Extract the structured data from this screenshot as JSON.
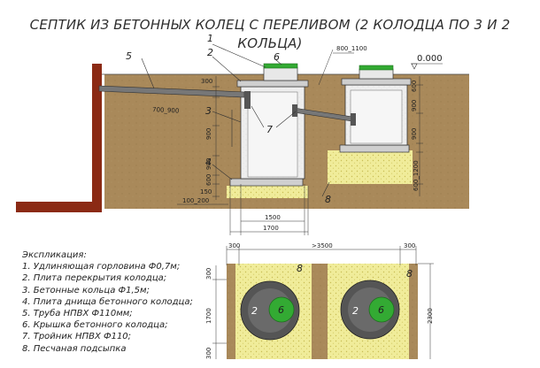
{
  "title_line1": "СЕПТИК ИЗ БЕТОННЫХ КОЛЕЦ С ПЕРЕЛИВОМ (2 КОЛОДЦА ПО 3 И 2",
  "title_line2": "КОЛЬЦА)",
  "section": {
    "callouts": [
      "1",
      "2",
      "3",
      "4",
      "5",
      "6",
      "7",
      "8"
    ],
    "dims": {
      "d300": "300",
      "d900a": "900",
      "d900b": "900",
      "d600": "600",
      "d150": "150",
      "d100_200": "100_200",
      "d700_900": "700_900",
      "d800_1100": "800_1100",
      "level": "0.000",
      "d1500": "1500",
      "d1700": "1700",
      "r600": "600",
      "r900a": "900",
      "r900b": "900",
      "r600_1200": "600_1200"
    }
  },
  "plan": {
    "dims": {
      "top300a": "300",
      "top3500": ">3500",
      "top300b": "300",
      "left300a": "300",
      "left1700": "1700",
      "left300b": "300",
      "right2300": "2300"
    },
    "labels": {
      "w1_ring": "2",
      "w1_lid": "6",
      "w1_sand": "8",
      "w2_ring": "2",
      "w2_lid": "6",
      "w2_sand": "8"
    }
  },
  "legend": {
    "heading": "Экспликация:",
    "items": [
      "1. Удлиняющая горловина Ф0,7м;",
      "2. Плита перекрытия колодца;",
      "3. Бетонные кольца Ф1,5м;",
      "4. Плита днища бетонного колодца;",
      "5. Труба НПВХ Ф110мм;",
      "6. Крышка бетонного колодца;",
      "7. Тройник НПВХ Ф110;",
      "8. Песчаная подсыпка"
    ]
  },
  "colors": {
    "soil": "#a9895a",
    "sand": "#f0ec9a",
    "concrete": "#eeeeee",
    "lid": "#33aa33",
    "wall": "#8b2a14"
  }
}
